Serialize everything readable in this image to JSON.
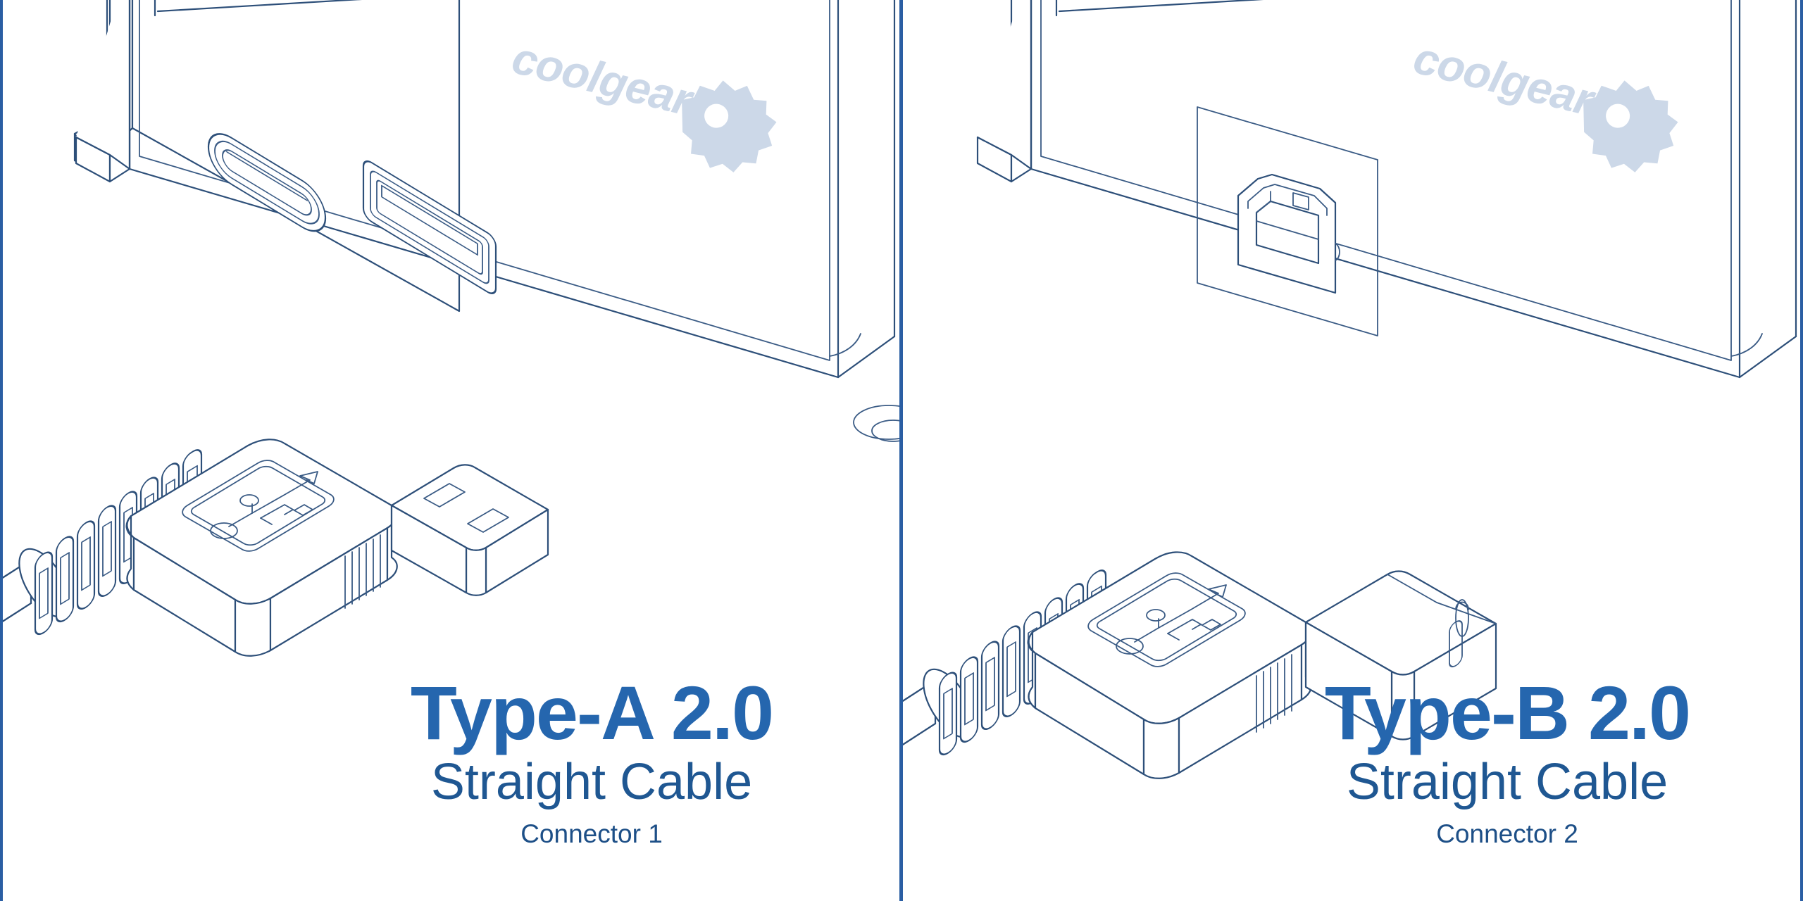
{
  "image": {
    "kind": "product-line-art-diagram",
    "background_color": "#ffffff",
    "line_color": "#2d4f79",
    "accent_color": "#2566ae",
    "subtitle_color": "#1f5792",
    "logo_color": "#ccd8e8",
    "divider_color": "#2a5ea3",
    "panel_count": 2
  },
  "panels": [
    {
      "id": "left",
      "brand_logo": "coolgear",
      "device": {
        "name": "usb-hub-device",
        "ports": [
          {
            "name": "usb-c-port",
            "shape": "oval"
          },
          {
            "name": "usb-a-port",
            "shape": "rectangular"
          }
        ]
      },
      "connector": {
        "name": "usb-type-a-connector",
        "icon": "usb-trident-icon",
        "strain_relief": "coiled"
      },
      "caption": {
        "title": "Type-A 2.0",
        "subtitle": "Straight Cable",
        "note": "Connector 1"
      }
    },
    {
      "id": "right",
      "brand_logo": "coolgear",
      "device": {
        "name": "usb-device",
        "ports": [
          {
            "name": "usb-b-port",
            "shape": "square-with-beveled-top"
          }
        ]
      },
      "connector": {
        "name": "usb-type-b-connector",
        "icon": "usb-trident-icon",
        "strain_relief": "coiled"
      },
      "caption": {
        "title": "Type-B 2.0",
        "subtitle": "Straight Cable",
        "note": "Connector 2"
      }
    }
  ]
}
